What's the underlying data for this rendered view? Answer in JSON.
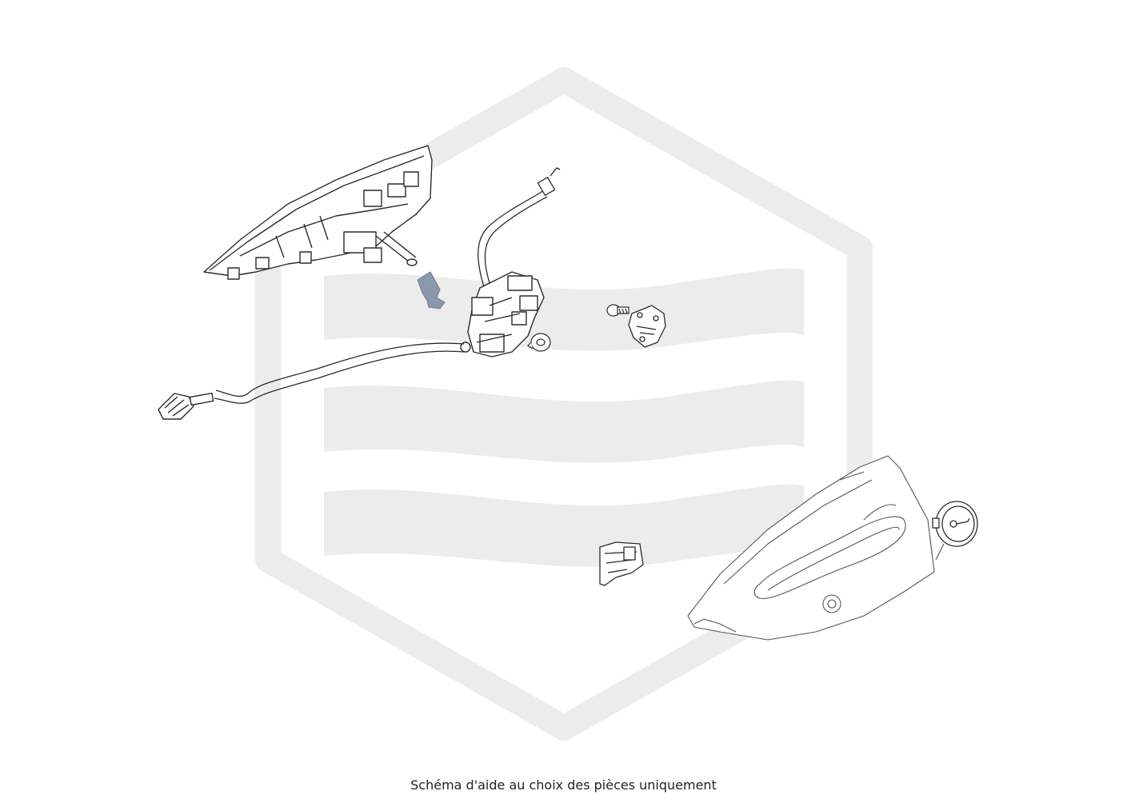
{
  "caption": "Schéma d'aide au choix des pièces uniquement",
  "colors": {
    "watermark": "#ececec",
    "line": "#2b2b2b",
    "highlight_part": "#8a98ab"
  },
  "parts": [
    "interior-handle-bezel",
    "highlighted-push-pin",
    "release-cable-upper",
    "door-lock-actuator",
    "release-cable-lower",
    "cable-end-connector",
    "lock-mount-screw",
    "striker-screw",
    "door-striker-plate",
    "lock-bracket-clip",
    "exterior-door-handle",
    "fuel-filler-cap"
  ]
}
